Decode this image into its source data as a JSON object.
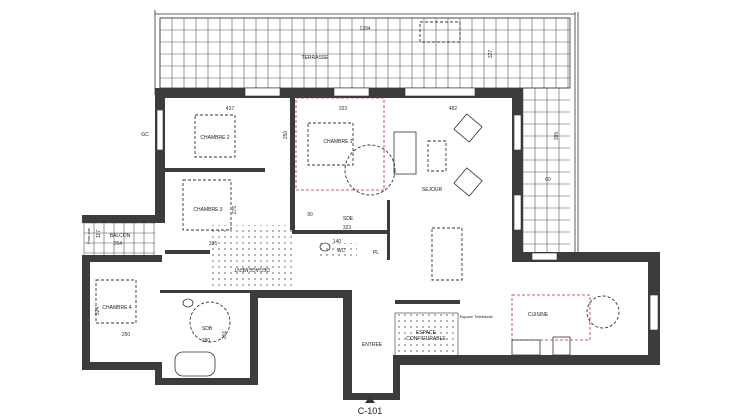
{
  "plan": {
    "reference": "C-101",
    "rooms": {
      "terrasse": "TERRASSE",
      "chambre2": "CHAMBRE 2",
      "chambre1": "CHAMBRE 1",
      "sejour": "SEJOUR",
      "chambre3": "CHAMBRE 3",
      "sde": "SDE",
      "wc": "WC",
      "pl": "PL",
      "balcon": "BALCON",
      "degagement": "DEGAGEMENT",
      "chambre4": "CHAMBRE 4",
      "sdb": "SDB",
      "entree": "ENTREE",
      "espace_configurable_1": "ESPACE",
      "espace_configurable_2": "CONFIGURABLE",
      "espace_teletravail": "Espace Télétravail",
      "cuisine": "CUISINE",
      "pare_vue": "Pare-vue",
      "gc": "GC"
    },
    "dimensions": {
      "terrace_width": "1394",
      "terrace_depth": "327",
      "terrace_side": "395",
      "terrace_side_width": "60",
      "chambre2": "437",
      "chambre1": "323",
      "chambre1_depth": "250",
      "sejour": "482",
      "chambre3_depth": "275",
      "chambre3_width": "335",
      "sde_width": "323",
      "sde_small": "90",
      "wc": "140",
      "balcon_width": "264",
      "balcon_depth": "117",
      "chambre4_depth": "324",
      "chambre4_width": "250",
      "sdb_width": "280",
      "sdb_depth": "261"
    }
  }
}
